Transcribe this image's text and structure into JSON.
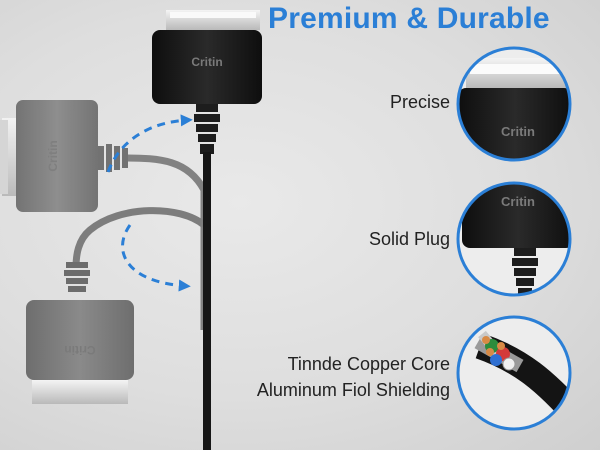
{
  "headline": "Premium & Durable",
  "brand": "Critin",
  "features": {
    "precise": "Precise",
    "solid_plug": "Solid Plug",
    "core_line1": "Tinnde Copper Core",
    "core_line2": "Aluminum Fiol Shielding"
  },
  "colors": {
    "accent": "#2b7fd6",
    "circle_border": "#2b7fd6",
    "plug_black": "#1a1a1a",
    "plug_ghost": "#7b7b7b"
  }
}
